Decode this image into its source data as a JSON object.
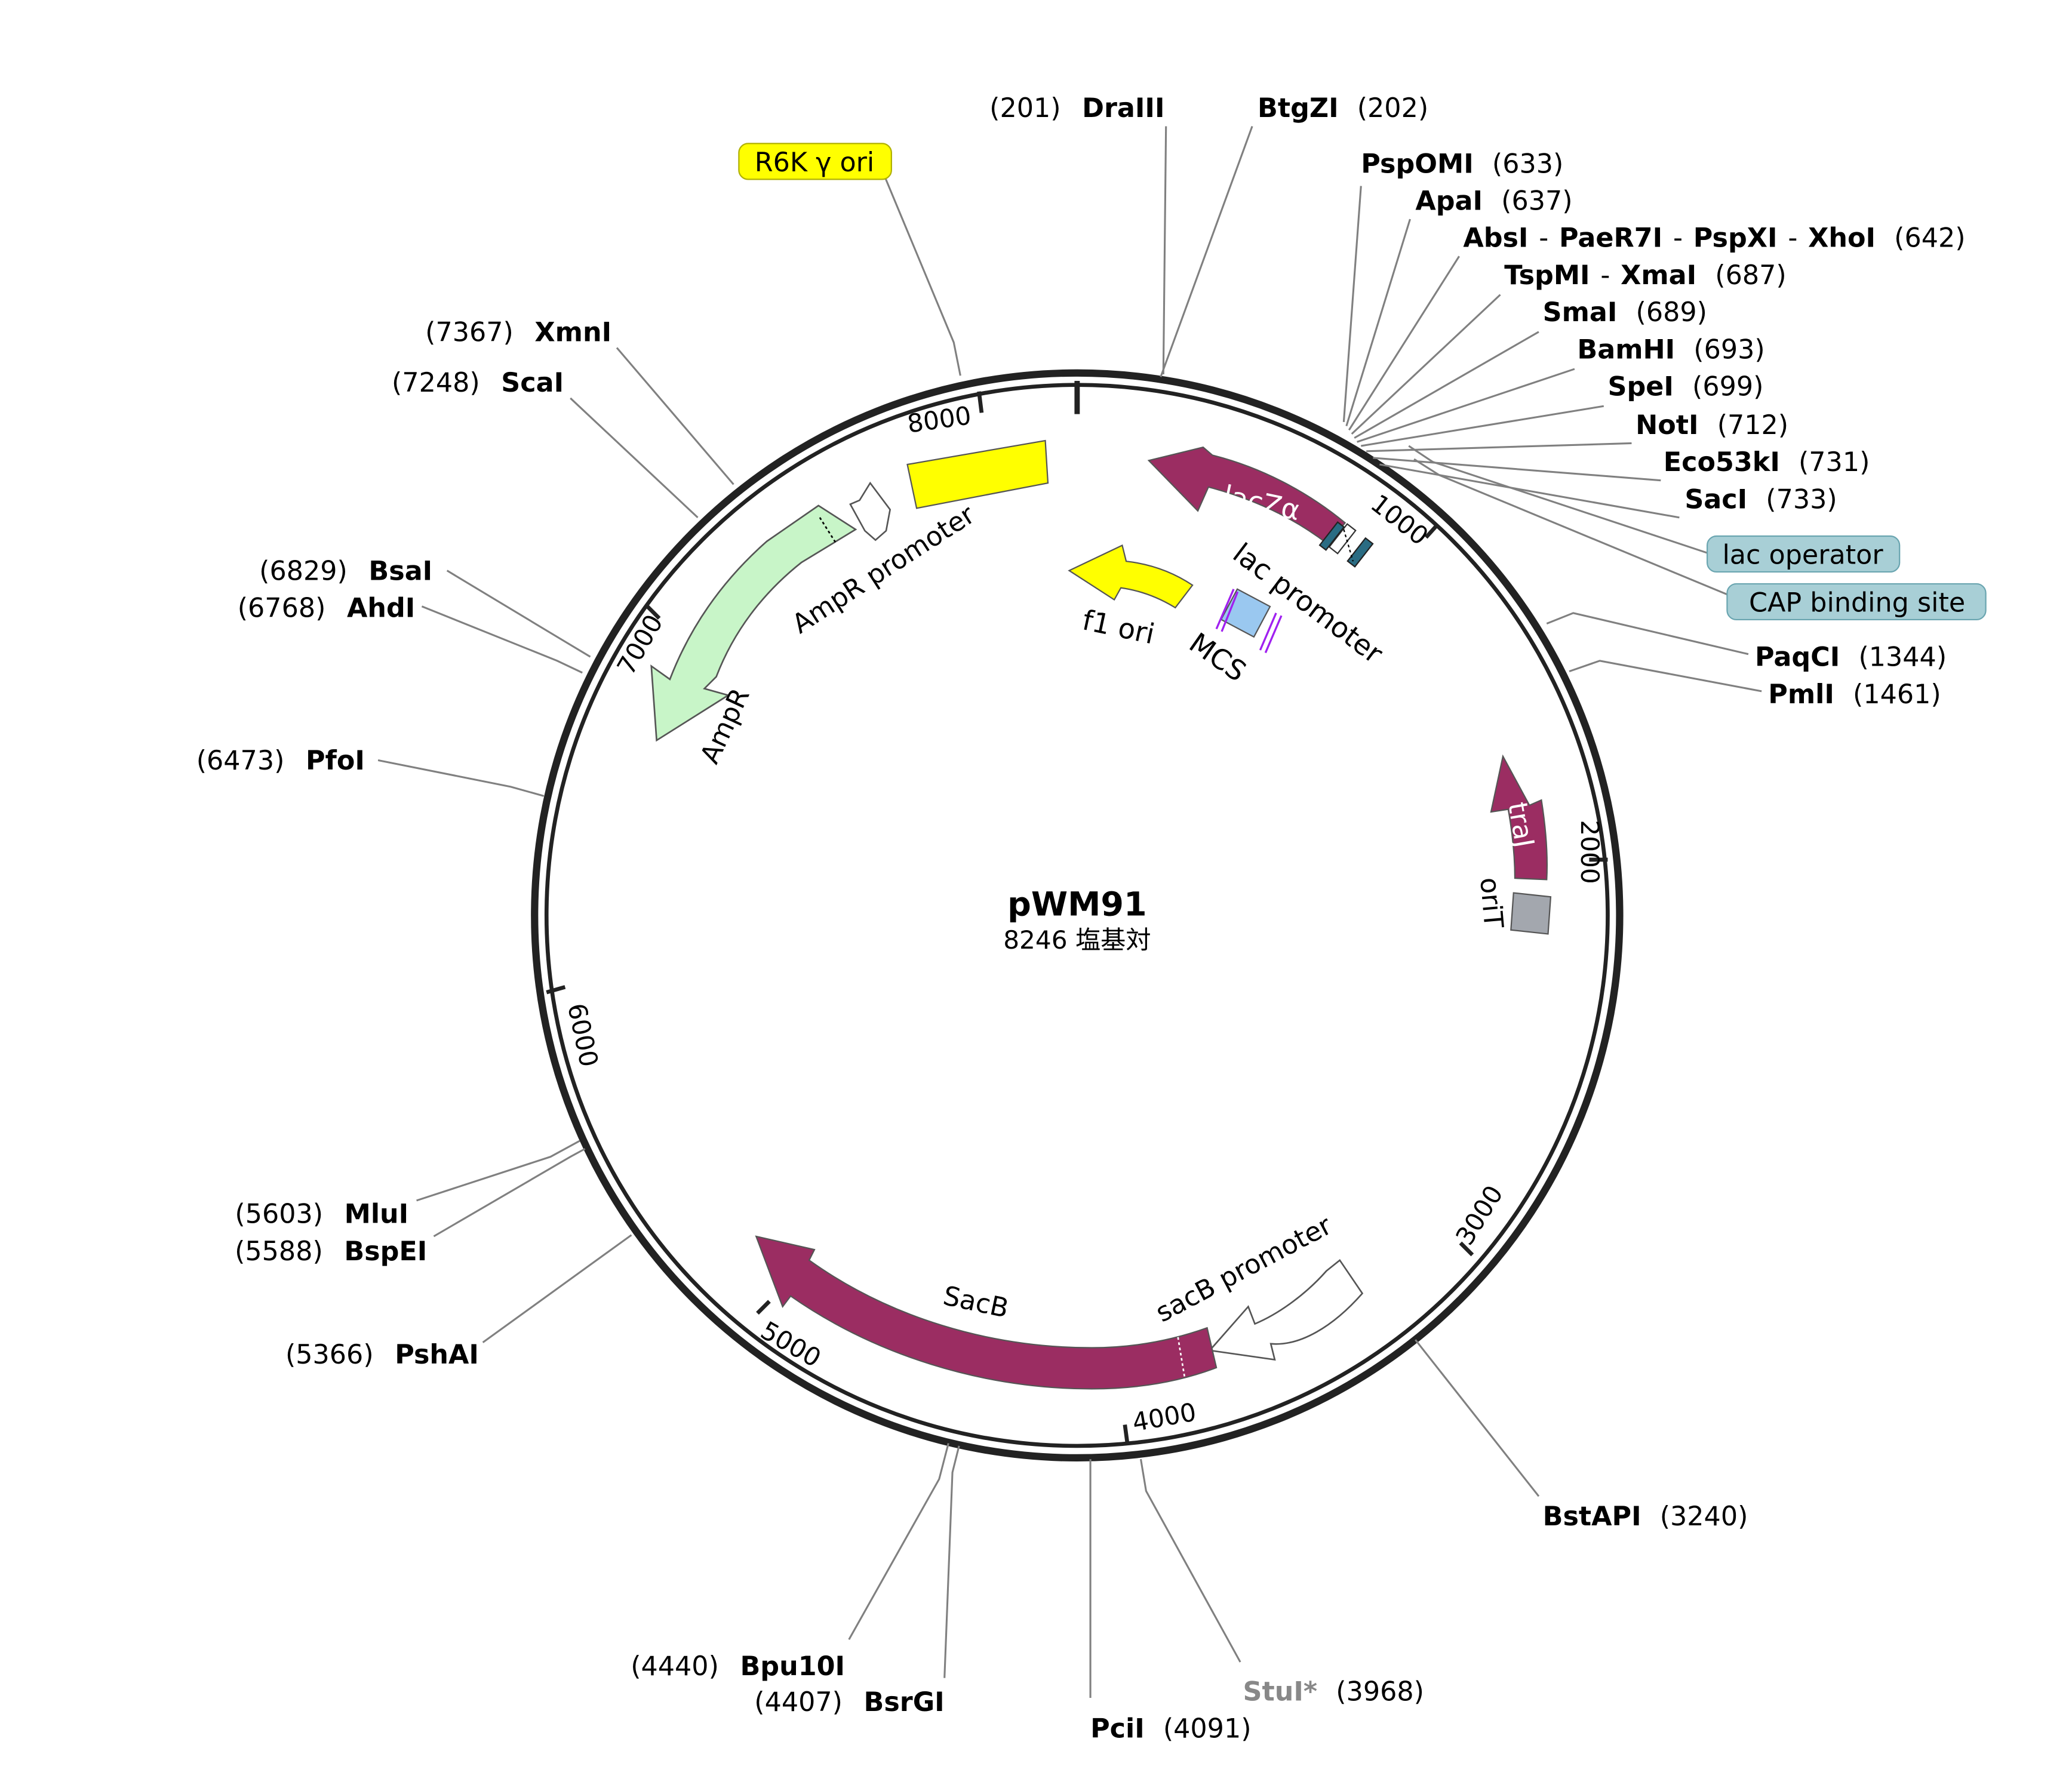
{
  "plasmid": {
    "name": "pWM91",
    "length_label": "8246 塩基対",
    "length_bp": 8246
  },
  "ticks": [
    {
      "label": "1000",
      "bp": 1000
    },
    {
      "label": "2000",
      "bp": 2000
    },
    {
      "label": "3000",
      "bp": 3000
    },
    {
      "label": "4000",
      "bp": 4000
    },
    {
      "label": "5000",
      "bp": 5000
    },
    {
      "label": "6000",
      "bp": 6000
    },
    {
      "label": "7000",
      "bp": 7000
    },
    {
      "label": "8000",
      "bp": 8000
    }
  ],
  "sites": [
    {
      "name": "DraIII",
      "pos": "(201)"
    },
    {
      "name": "BtgZI",
      "pos": "(202)"
    },
    {
      "name": "PspOMI",
      "pos": "(633)"
    },
    {
      "name": "ApaI",
      "pos": "(637)"
    },
    {
      "name": "AbsI",
      "pos": ""
    },
    {
      "name": "PaeR7I",
      "pos": ""
    },
    {
      "name": "PspXI",
      "pos": ""
    },
    {
      "name": "XhoI",
      "pos": "(642)"
    },
    {
      "name": "TspMI",
      "pos": ""
    },
    {
      "name": "XmaI",
      "pos": "(687)"
    },
    {
      "name": "SmaI",
      "pos": "(689)"
    },
    {
      "name": "BamHI",
      "pos": "(693)"
    },
    {
      "name": "SpeI",
      "pos": "(699)"
    },
    {
      "name": "NotI",
      "pos": "(712)"
    },
    {
      "name": "Eco53kI",
      "pos": "(731)"
    },
    {
      "name": "SacI",
      "pos": "(733)"
    },
    {
      "name": "PaqCI",
      "pos": "(1344)"
    },
    {
      "name": "PmlI",
      "pos": "(1461)"
    },
    {
      "name": "BstAPI",
      "pos": "(3240)"
    },
    {
      "name": "StuI*",
      "pos": "(3968)"
    },
    {
      "name": "PciI",
      "pos": "(4091)"
    },
    {
      "name": "BsrGI",
      "pos": "(4407)"
    },
    {
      "name": "Bpu10I",
      "pos": "(4440)"
    },
    {
      "name": "PshAI",
      "pos": "(5366)"
    },
    {
      "name": "BspEI",
      "pos": "(5588)"
    },
    {
      "name": "MluI",
      "pos": "(5603)"
    },
    {
      "name": "PfoI",
      "pos": "(6473)"
    },
    {
      "name": "AhdI",
      "pos": "(6768)"
    },
    {
      "name": "BsaI",
      "pos": "(6829)"
    },
    {
      "name": "ScaI",
      "pos": "(7248)"
    },
    {
      "name": "XmnI",
      "pos": "(7367)"
    }
  ],
  "separator": "-",
  "boxed_labels": [
    {
      "text": "R6K γ ori",
      "color": "#ffff00"
    },
    {
      "text": "lac operator",
      "color": "#a8cfd6"
    },
    {
      "text": "CAP binding site",
      "color": "#a8cfd6"
    }
  ],
  "features": [
    {
      "name": "lacZα",
      "color": "#9b2d62"
    },
    {
      "name": "lac promoter",
      "color": "#ffffff"
    },
    {
      "name": "f1 ori",
      "color": "#ffff00"
    },
    {
      "name": "MCS",
      "color": "#9ac8f0"
    },
    {
      "name": "AmpR promoter",
      "color": "#ffffff"
    },
    {
      "name": "AmpR",
      "color": "#c8f5c8"
    },
    {
      "name": "traJ",
      "color": "#9b2d62"
    },
    {
      "name": "oriT",
      "color": "#a3a7ae"
    },
    {
      "name": "sacB promoter",
      "color": "#ffffff"
    },
    {
      "name": "SacB",
      "color": "#9b2d62"
    }
  ]
}
